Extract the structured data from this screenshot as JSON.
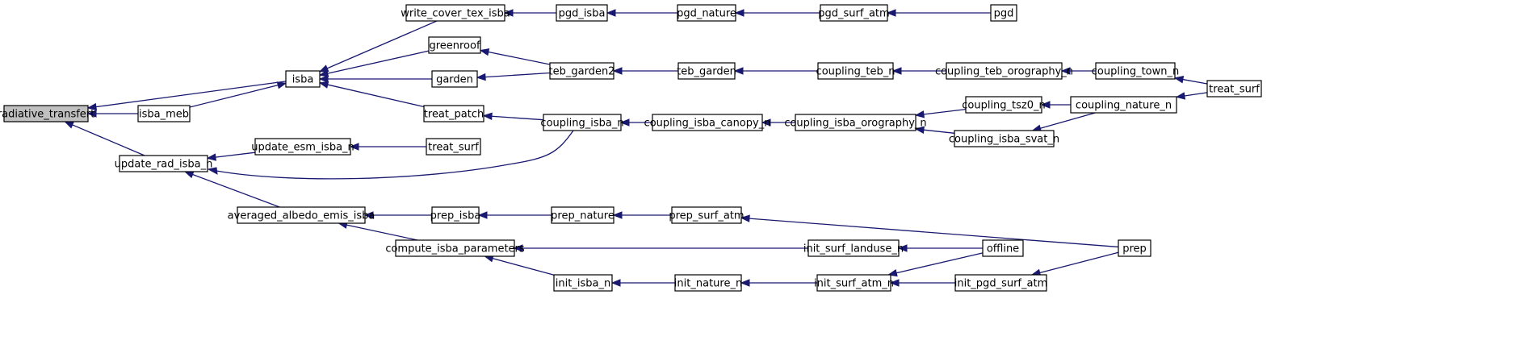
{
  "graph": {
    "root": "radiative_transfert",
    "colors": {
      "edge": "#191970",
      "root_fill": "#c0c0c0",
      "node_fill": "#ffffff",
      "node_border": "#000000"
    },
    "nodes": [
      {
        "id": "radiative_transfert",
        "label": "radiative_transfert"
      },
      {
        "id": "isba",
        "label": "isba"
      },
      {
        "id": "isba_meb",
        "label": "isba_meb"
      },
      {
        "id": "update_rad_isba_n",
        "label": "update_rad_isba_n"
      },
      {
        "id": "write_cover_tex_isba",
        "label": "write_cover_tex_isba"
      },
      {
        "id": "greenroof",
        "label": "greenroof"
      },
      {
        "id": "garden",
        "label": "garden"
      },
      {
        "id": "treat_patch",
        "label": "treat_patch"
      },
      {
        "id": "update_esm_isba_n",
        "label": "update_esm_isba_n"
      },
      {
        "id": "treat_surf_1",
        "label": "treat_surf"
      },
      {
        "id": "averaged_albedo_emis_isba",
        "label": "averaged_albedo_emis_isba"
      },
      {
        "id": "compute_isba_parameters",
        "label": "compute_isba_parameters"
      },
      {
        "id": "pgd_isba",
        "label": "pgd_isba"
      },
      {
        "id": "teb_garden2",
        "label": "teb_garden2"
      },
      {
        "id": "coupling_isba_n",
        "label": "coupling_isba_n"
      },
      {
        "id": "prep_isba",
        "label": "prep_isba"
      },
      {
        "id": "init_isba_n",
        "label": "init_isba_n"
      },
      {
        "id": "pgd_nature",
        "label": "pgd_nature"
      },
      {
        "id": "teb_garden",
        "label": "teb_garden"
      },
      {
        "id": "coupling_isba_canopy_n",
        "label": "coupling_isba_canopy_n"
      },
      {
        "id": "prep_nature",
        "label": "prep_nature"
      },
      {
        "id": "init_nature_n",
        "label": "init_nature_n"
      },
      {
        "id": "pgd_surf_atm",
        "label": "pgd_surf_atm"
      },
      {
        "id": "coupling_teb_n",
        "label": "coupling_teb_n"
      },
      {
        "id": "coupling_isba_orography_n",
        "label": "coupling_isba_orography_n"
      },
      {
        "id": "prep_surf_atm",
        "label": "prep_surf_atm"
      },
      {
        "id": "init_surf_landuse_n",
        "label": "init_surf_landuse_n"
      },
      {
        "id": "init_surf_atm_n",
        "label": "init_surf_atm_n"
      },
      {
        "id": "pgd",
        "label": "pgd"
      },
      {
        "id": "coupling_teb_orography_n",
        "label": "coupling_teb_orography_n"
      },
      {
        "id": "coupling_tsz0_n",
        "label": "coupling_tsz0_n"
      },
      {
        "id": "coupling_isba_svat_n",
        "label": "coupling_isba_svat_n"
      },
      {
        "id": "init_pgd_surf_atm",
        "label": "init_pgd_surf_atm"
      },
      {
        "id": "offline",
        "label": "offline"
      },
      {
        "id": "coupling_town_n",
        "label": "coupling_town_n"
      },
      {
        "id": "coupling_nature_n",
        "label": "coupling_nature_n"
      },
      {
        "id": "prep",
        "label": "prep"
      },
      {
        "id": "treat_surf_2",
        "label": "treat_surf"
      }
    ],
    "edges": [
      {
        "from": "isba",
        "to": "radiative_transfert"
      },
      {
        "from": "isba_meb",
        "to": "radiative_transfert"
      },
      {
        "from": "update_rad_isba_n",
        "to": "radiative_transfert"
      },
      {
        "from": "isba_meb",
        "to": "isba"
      },
      {
        "from": "write_cover_tex_isba",
        "to": "isba"
      },
      {
        "from": "greenroof",
        "to": "isba"
      },
      {
        "from": "garden",
        "to": "isba"
      },
      {
        "from": "treat_patch",
        "to": "isba"
      },
      {
        "from": "update_esm_isba_n",
        "to": "update_rad_isba_n"
      },
      {
        "from": "coupling_isba_n",
        "to": "update_rad_isba_n"
      },
      {
        "from": "averaged_albedo_emis_isba",
        "to": "update_rad_isba_n"
      },
      {
        "from": "pgd_isba",
        "to": "write_cover_tex_isba"
      },
      {
        "from": "teb_garden2",
        "to": "greenroof"
      },
      {
        "from": "teb_garden2",
        "to": "garden"
      },
      {
        "from": "coupling_isba_n",
        "to": "treat_patch"
      },
      {
        "from": "treat_surf_1",
        "to": "update_esm_isba_n"
      },
      {
        "from": "prep_isba",
        "to": "averaged_albedo_emis_isba"
      },
      {
        "from": "compute_isba_parameters",
        "to": "averaged_albedo_emis_isba"
      },
      {
        "from": "init_surf_landuse_n",
        "to": "compute_isba_parameters"
      },
      {
        "from": "init_isba_n",
        "to": "compute_isba_parameters"
      },
      {
        "from": "pgd_nature",
        "to": "pgd_isba"
      },
      {
        "from": "teb_garden",
        "to": "teb_garden2"
      },
      {
        "from": "coupling_isba_canopy_n",
        "to": "coupling_isba_n"
      },
      {
        "from": "prep_nature",
        "to": "prep_isba"
      },
      {
        "from": "init_nature_n",
        "to": "init_isba_n"
      },
      {
        "from": "pgd_surf_atm",
        "to": "pgd_nature"
      },
      {
        "from": "coupling_teb_n",
        "to": "teb_garden"
      },
      {
        "from": "coupling_isba_orography_n",
        "to": "coupling_isba_canopy_n"
      },
      {
        "from": "prep_surf_atm",
        "to": "prep_nature"
      },
      {
        "from": "init_surf_atm_n",
        "to": "init_nature_n"
      },
      {
        "from": "pgd",
        "to": "pgd_surf_atm"
      },
      {
        "from": "coupling_teb_orography_n",
        "to": "coupling_teb_n"
      },
      {
        "from": "coupling_tsz0_n",
        "to": "coupling_isba_orography_n"
      },
      {
        "from": "coupling_isba_svat_n",
        "to": "coupling_isba_orography_n"
      },
      {
        "from": "prep",
        "to": "prep_surf_atm"
      },
      {
        "from": "offline",
        "to": "init_surf_landuse_n"
      },
      {
        "from": "offline",
        "to": "init_surf_atm_n"
      },
      {
        "from": "init_pgd_surf_atm",
        "to": "init_surf_atm_n"
      },
      {
        "from": "coupling_town_n",
        "to": "coupling_teb_orography_n"
      },
      {
        "from": "coupling_nature_n",
        "to": "coupling_tsz0_n"
      },
      {
        "from": "coupling_nature_n",
        "to": "coupling_isba_svat_n"
      },
      {
        "from": "prep",
        "to": "init_pgd_surf_atm"
      },
      {
        "from": "treat_surf_2",
        "to": "coupling_town_n"
      },
      {
        "from": "treat_surf_2",
        "to": "coupling_nature_n"
      }
    ]
  }
}
